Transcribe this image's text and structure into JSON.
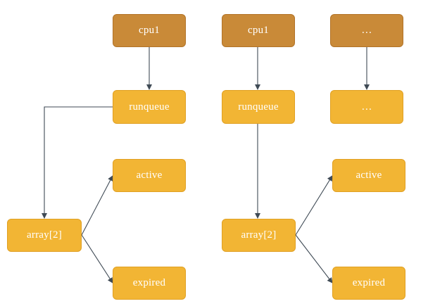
{
  "diagram": {
    "nodes": {
      "cpu_left": "cpu1",
      "runqueue_left": "runqueue",
      "active_left": "active",
      "array_left": "array[2]",
      "expired_left": "expired",
      "cpu_mid": "cpu1",
      "runqueue_mid": "runqueue",
      "array_mid": "array[2]",
      "active_right": "active",
      "expired_right": "expired",
      "cpu_more": "…",
      "runqueue_more": "…"
    },
    "colors": {
      "cpu_fill": "#c98a38",
      "node_fill": "#f2b534",
      "edge": "#3f4a55",
      "text": "#ffffff"
    }
  }
}
